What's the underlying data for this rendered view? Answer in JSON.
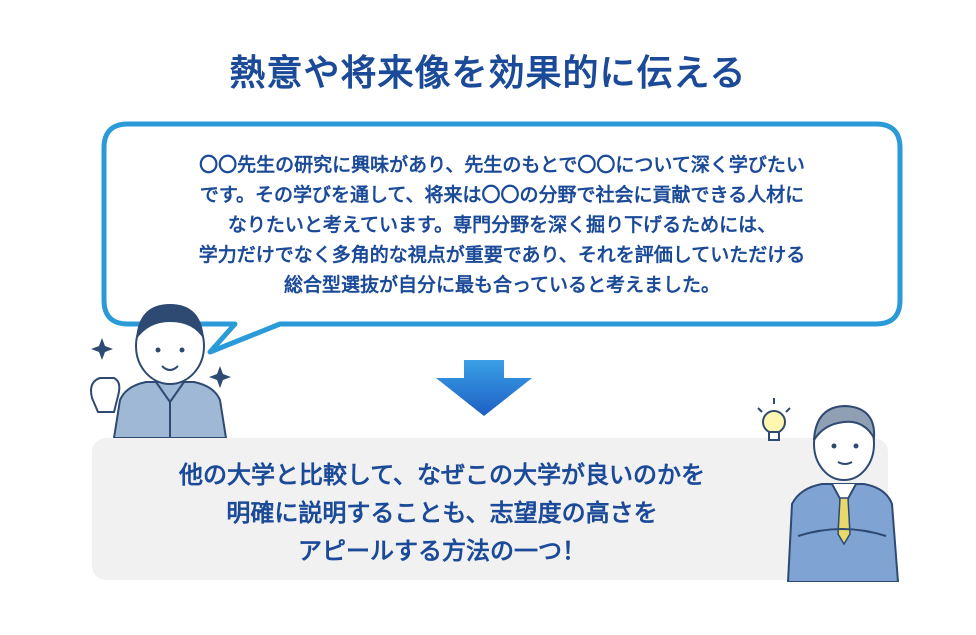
{
  "title": "熱意や将来像を効果的に伝える",
  "speech": {
    "lines": [
      "〇〇先生の研究に興味があり、先生のもとで〇〇について深く学びたい",
      "です。その学びを通して、将来は〇〇の分野で社会に貢献できる人材に",
      "なりたいと考えています。専門分野を深く掘り下げるためには、",
      "学力だけでなく多角的な視点が重要であり、それを評価していただける",
      "総合型選抜が自分に最も合っていると考えました。"
    ]
  },
  "bottom": {
    "lines": [
      "他の大学と比較して、なぜこの大学が良いのかを",
      "明確に説明することも、志望度の高さを",
      "アピールする方法の一つ！"
    ]
  },
  "icons": [
    "student-illustration",
    "sparkle-icon",
    "down-arrow-icon",
    "teacher-illustration",
    "lightbulb-icon"
  ],
  "colors": {
    "title": "#1b4a98",
    "text": "#1b4a98",
    "bubble_border": "#2a9ad8",
    "arrow": "#2a7fd4",
    "box_bg": "#f1f1f1"
  }
}
